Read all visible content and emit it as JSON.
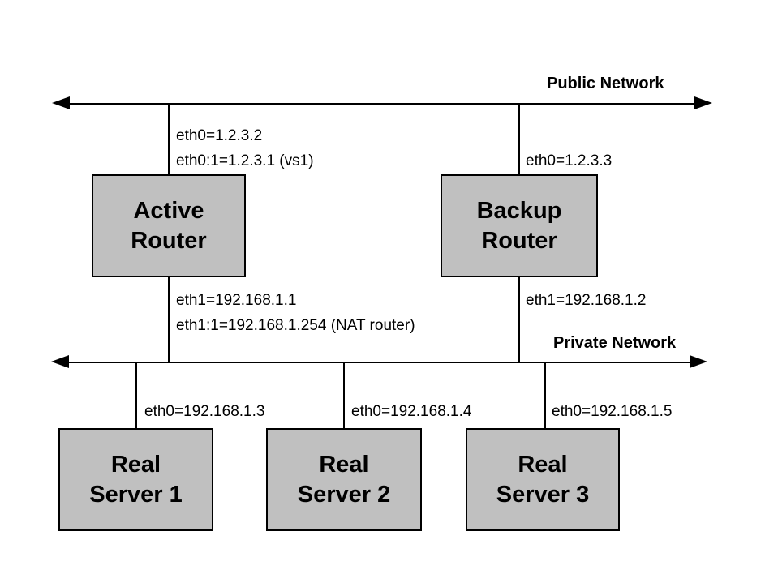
{
  "diagram": {
    "public_network": {
      "label": "Public Network"
    },
    "private_network": {
      "label": "Private Network"
    },
    "nodes": {
      "active_router": {
        "line1": "Active",
        "line2": "Router"
      },
      "backup_router": {
        "line1": "Backup",
        "line2": "Router"
      },
      "real_server_1": {
        "line1": "Real",
        "line2": "Server 1"
      },
      "real_server_2": {
        "line1": "Real",
        "line2": "Server 2"
      },
      "real_server_3": {
        "line1": "Real",
        "line2": "Server 3"
      }
    },
    "interface_labels": {
      "active_router_eth0": "eth0=1.2.3.2",
      "active_router_eth0_alias": "eth0:1=1.2.3.1 (vs1)",
      "backup_router_eth0": "eth0=1.2.3.3",
      "active_router_eth1": "eth1=192.168.1.1",
      "active_router_eth1_alias": "eth1:1=192.168.1.254 (NAT router)",
      "backup_router_eth1": "eth1=192.168.1.2",
      "real_server_1_eth0": "eth0=192.168.1.3",
      "real_server_2_eth0": "eth0=192.168.1.4",
      "real_server_3_eth0": "eth0=192.168.1.5"
    },
    "colors": {
      "background": "#ffffff",
      "box_fill": "#c0c0c0",
      "box_border": "#000000",
      "line": "#000000"
    }
  }
}
